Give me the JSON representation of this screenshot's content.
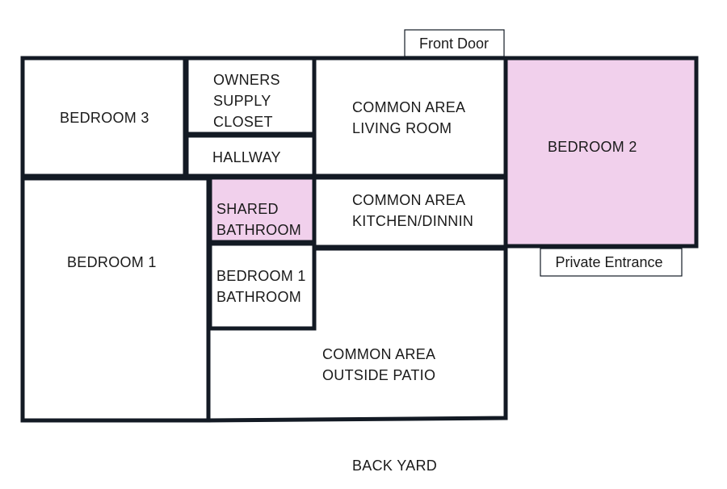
{
  "colors": {
    "wall": "#131a24",
    "highlight": "#f1d0ec",
    "background": "#ffffff"
  },
  "rooms": {
    "bedroom3": {
      "lines": [
        "BEDROOM 3"
      ]
    },
    "owners_supply_closet": {
      "lines": [
        "OWNERS",
        "SUPPLY",
        "CLOSET"
      ]
    },
    "living_room": {
      "lines": [
        "COMMON AREA",
        "LIVING ROOM"
      ]
    },
    "bedroom2": {
      "lines": [
        "BEDROOM 2"
      ]
    },
    "hallway": {
      "lines": [
        "HALLWAY"
      ]
    },
    "shared_bathroom": {
      "lines": [
        "SHARED",
        "BATHROOM"
      ]
    },
    "kitchen_dining": {
      "lines": [
        "COMMON AREA",
        "KITCHEN/DINNIN"
      ]
    },
    "bedroom1": {
      "lines": [
        "BEDROOM 1"
      ]
    },
    "bedroom1_bathroom": {
      "lines": [
        "BEDROOM 1",
        "BATHROOM"
      ]
    },
    "outside_patio": {
      "lines": [
        "COMMON AREA",
        "OUTSIDE PATIO"
      ]
    }
  },
  "labels": {
    "front_door": "Front Door",
    "private_entrance": "Private Entrance",
    "back_yard": "BACK YARD"
  }
}
